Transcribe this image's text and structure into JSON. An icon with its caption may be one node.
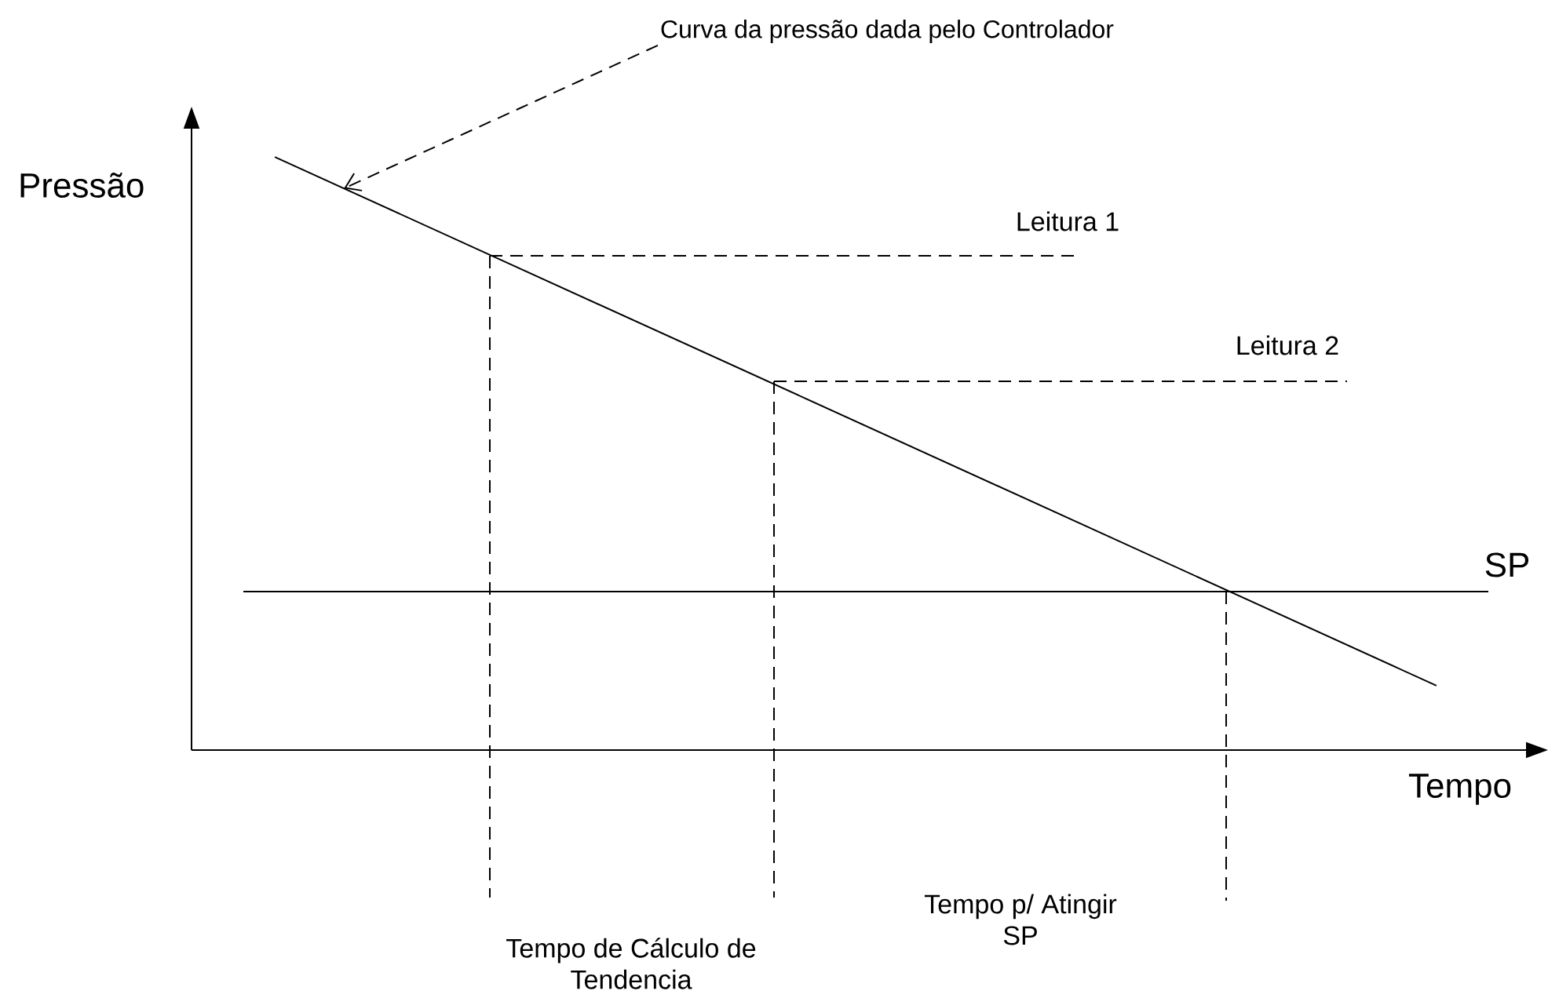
{
  "diagram": {
    "nodes": [
      {
        "text": [
          "Curva da pressão dada pelo Controlador"
        ]
      },
      {
        "text": [],
        "shape": "line"
      }
    ],
    "edges": [
      {
        "from": 0,
        "to": 1,
        "arrow": "to",
        "style": "dashed"
      }
    ],
    "labels": [
      "Pressão",
      "Leitura 1",
      "Leitura 2",
      "SP",
      "Tempo",
      "Tempo p/ Atingir SP",
      "Tempo de Cálculo de Tendencia"
    ]
  }
}
